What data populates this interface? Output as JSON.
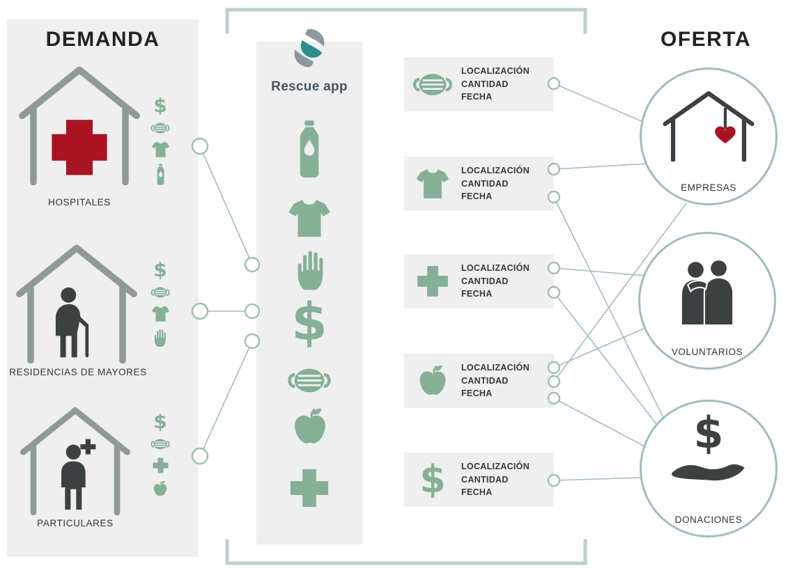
{
  "glyphs": {
    "dollar": "$"
  },
  "colors": {
    "green": "#85b095",
    "line_green": "#9fc0ad",
    "bracket_green": "#bcd2c4",
    "dark": "#3b4041",
    "red": "#a91423",
    "panel_gray": "#efefef"
  },
  "demand": {
    "title": "DEMANDA",
    "items": [
      {
        "label": "HOSPITALES",
        "icon": "hospital-house-icon",
        "needs": [
          "dollar-icon",
          "mask-icon",
          "tshirt-icon",
          "bottle-icon"
        ]
      },
      {
        "label": "RESIDENCIAS DE MAYORES",
        "icon": "elderly-house-icon",
        "needs": [
          "dollar-icon",
          "mask-icon",
          "tshirt-icon",
          "hand-icon"
        ]
      },
      {
        "label": "PARTICULARES",
        "icon": "patient-house-icon",
        "needs": [
          "dollar-icon",
          "mask-icon",
          "medical-cross-icon",
          "apple-icon"
        ]
      }
    ]
  },
  "app": {
    "name": "Rescue app",
    "logo": "rescue-app-logo",
    "resources": [
      "bottle-icon",
      "tshirt-icon",
      "hand-icon",
      "dollar-icon",
      "mask-icon",
      "apple-icon",
      "medical-cross-icon"
    ]
  },
  "offer_boxes": {
    "fields": [
      "LOCALIZACIÓN",
      "CANTIDAD",
      "FECHA"
    ],
    "items": [
      {
        "icon": "mask-icon"
      },
      {
        "icon": "tshirt-icon"
      },
      {
        "icon": "medical-cross-icon"
      },
      {
        "icon": "apple-icon"
      },
      {
        "icon": "dollar-icon"
      }
    ]
  },
  "supply": {
    "title": "OFERTA",
    "items": [
      {
        "label": "EMPRESAS",
        "icon": "company-house-heart-icon"
      },
      {
        "label": "VOLUNTARIOS",
        "icon": "volunteers-icon"
      },
      {
        "label": "DONACIONES",
        "icon": "donation-hand-icon"
      }
    ]
  },
  "connections": [
    {
      "from": "HOSPITALES",
      "to": "Rescue app"
    },
    {
      "from": "RESIDENCIAS DE MAYORES",
      "to": "Rescue app"
    },
    {
      "from": "PARTICULARES",
      "to": "Rescue app"
    },
    {
      "from": "offer-mask",
      "to": "EMPRESAS"
    },
    {
      "from": "offer-tshirt",
      "to": "EMPRESAS"
    },
    {
      "from": "offer-tshirt",
      "to": "DONACIONES"
    },
    {
      "from": "offer-cross",
      "to": "VOLUNTARIOS"
    },
    {
      "from": "offer-cross",
      "to": "DONACIONES"
    },
    {
      "from": "offer-apple",
      "to": "VOLUNTARIOS"
    },
    {
      "from": "offer-apple",
      "to": "EMPRESAS"
    },
    {
      "from": "offer-apple",
      "to": "DONACIONES"
    },
    {
      "from": "offer-dollar",
      "to": "DONACIONES"
    }
  ]
}
